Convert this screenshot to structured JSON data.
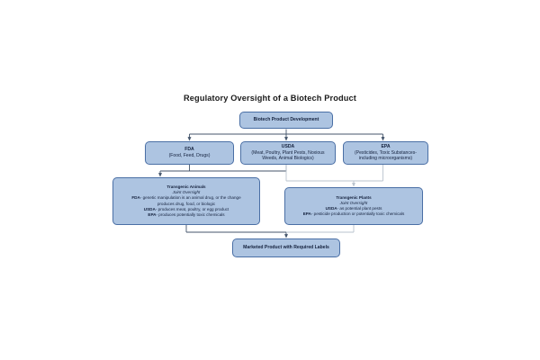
{
  "title": "Regulatory Oversight of a Biotech Product",
  "colors": {
    "node_fill": "#adc4e1",
    "node_border": "#4a6fa5",
    "connector": "#44556b",
    "connector_light": "#b9c3ce",
    "text": "#14213d",
    "background": "#ffffff"
  },
  "nodes": {
    "root": {
      "label": "Biotech Product Development"
    },
    "fda": {
      "header": "FDA",
      "subtitle": "(Food, Feed, Drugs)"
    },
    "usda": {
      "header": "USDA",
      "subtitle_line1": "(Meat, Poultry, Plant Pests, Noxious",
      "subtitle_line2": "Weeds, Animal Biologics)"
    },
    "epa": {
      "header": "EPA",
      "subtitle_line1": "(Pesticides, Toxic Substances-",
      "subtitle_line2": "including microorganisms)"
    },
    "transgenic_animals": {
      "header": "Transgenic Animals",
      "subtitle": "Joint Oversight",
      "criteria": [
        {
          "agency": "FDA",
          "text": "- genetic manipulation is an animal drug, or the change"
        },
        {
          "agency": "",
          "text": "produces drug, food, or biologic"
        },
        {
          "agency": "USDA",
          "text": "- produces meat, poultry, or egg product"
        },
        {
          "agency": "EPA",
          "text": "- produces potentially toxic chemicals"
        }
      ]
    },
    "transgenic_plants": {
      "header": "Transgenic Plants",
      "subtitle": "Joint Oversight",
      "criteria": [
        {
          "agency": "USDA",
          "text": "- as potential plant pests"
        },
        {
          "agency": "EPA",
          "text": "- pesticide production or potentially toxic chemicals"
        }
      ]
    },
    "marketed_product": {
      "label": "Marketed Product with Required Labels"
    }
  },
  "connectors": [
    {
      "from": "root",
      "to": "fda"
    },
    {
      "from": "root",
      "to": "usda"
    },
    {
      "from": "root",
      "to": "epa"
    },
    {
      "from": "fda",
      "to": "transgenic_animals"
    },
    {
      "from": "usda",
      "to": "transgenic_animals"
    },
    {
      "from": "usda",
      "to": "transgenic_plants"
    },
    {
      "from": "epa",
      "to": "transgenic_plants"
    },
    {
      "from": "transgenic_animals",
      "to": "marketed_product"
    },
    {
      "from": "transgenic_plants",
      "to": "marketed_product"
    }
  ]
}
